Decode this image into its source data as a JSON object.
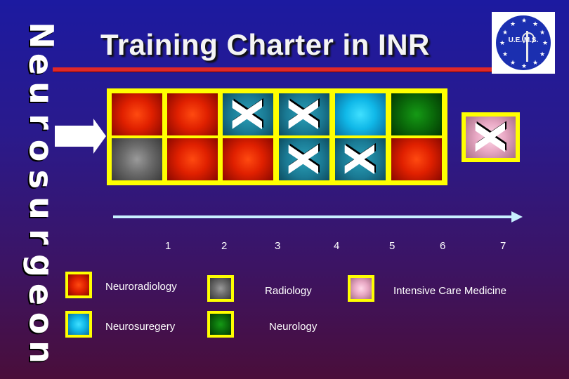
{
  "title": "Training Charter in INR",
  "vertical_word": [
    "N",
    "e",
    "u",
    "r",
    "o",
    "s",
    "u",
    "r",
    "g",
    "e",
    "o",
    "n"
  ],
  "logo": {
    "text": "U.E.     M.S."
  },
  "grid": {
    "top_row": [
      {
        "color": "red",
        "mark": ""
      },
      {
        "color": "red",
        "mark": ""
      },
      {
        "color": "teal",
        "mark": "X"
      },
      {
        "color": "teal",
        "mark": "X"
      },
      {
        "color": "blue",
        "mark": ""
      },
      {
        "color": "green",
        "mark": ""
      }
    ],
    "bottom_row": [
      {
        "color": "grey",
        "mark": ""
      },
      {
        "color": "red",
        "mark": ""
      },
      {
        "color": "red",
        "mark": ""
      },
      {
        "color": "teal",
        "mark": "X"
      },
      {
        "color": "teal",
        "mark": "X"
      },
      {
        "color": "red",
        "mark": ""
      }
    ],
    "extra": {
      "color": "pink",
      "mark": "X"
    }
  },
  "timeline_ticks": [
    "1",
    "2",
    "3",
    "4",
    "5",
    "6",
    "7"
  ],
  "legend": [
    {
      "label": "Neuroradiology",
      "color": "red"
    },
    {
      "label": "Radiology",
      "color": "grey"
    },
    {
      "label": "Intensive Care Medicine",
      "color": "pink"
    },
    {
      "label": "Neurosuregery",
      "color": "blue"
    },
    {
      "label": "Neurology",
      "color": "green"
    }
  ],
  "colors": {
    "background_top": "#1c1aa0",
    "background_bottom": "#4a0e3a",
    "frame": "#ffff00",
    "title_rule": "#e02828",
    "timeline": "#c8f0ff"
  }
}
